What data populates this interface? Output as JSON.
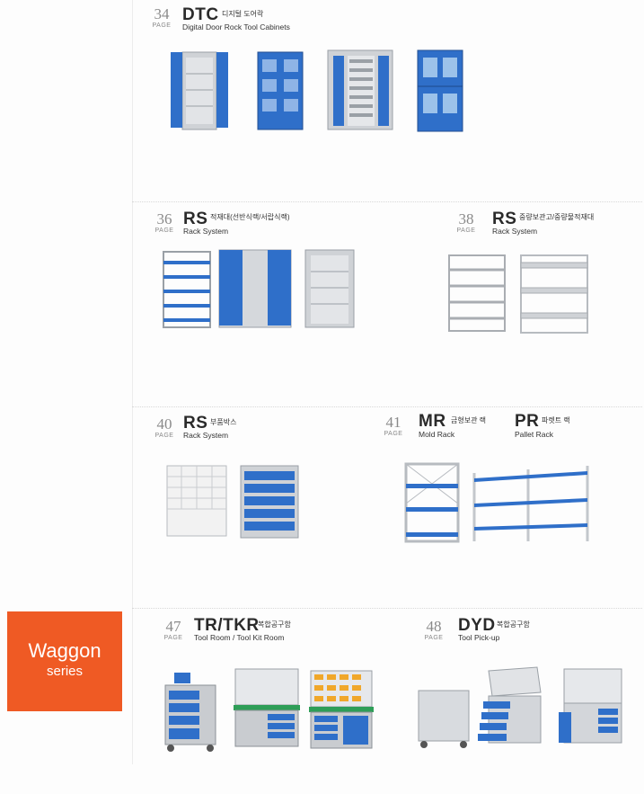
{
  "sections": [
    {
      "page": "34",
      "page_label": "PAGE",
      "code": "DTC",
      "korean": "디지털 도어락",
      "english": "Digital Door Rock Tool Cabinets"
    },
    {
      "page": "36",
      "page_label": "PAGE",
      "code": "RS",
      "korean": "적재대(선반식랙/서랍식랙)",
      "english": "Rack System"
    },
    {
      "page": "38",
      "page_label": "PAGE",
      "code": "RS",
      "korean": "중량보관고/중량물적재대",
      "english": "Rack System"
    },
    {
      "page": "40",
      "page_label": "PAGE",
      "code": "RS",
      "korean": "부품박스",
      "english": "Rack System"
    },
    {
      "page": "41",
      "page_label": "PAGE",
      "code": "MR",
      "korean": "금형보관 랙",
      "english": "Mold Rack"
    },
    {
      "page": "",
      "page_label": "",
      "code": "PR",
      "korean": "파렛트 랙",
      "english": "Pallet Rack"
    },
    {
      "page": "47",
      "page_label": "PAGE",
      "code": "TR/TKR",
      "korean": "복합공구함",
      "english": "Tool Room / Tool Kit Room"
    },
    {
      "page": "48",
      "page_label": "PAGE",
      "code": "DYD",
      "korean": "복합공구함",
      "english": "Tool Pick-up"
    }
  ],
  "badge": {
    "line1": "Waggon",
    "line2": "series"
  },
  "colors": {
    "accent": "#ef5a24",
    "cabinet_blue": "#2f6fc9",
    "frame_grey": "#c9ccd0"
  }
}
